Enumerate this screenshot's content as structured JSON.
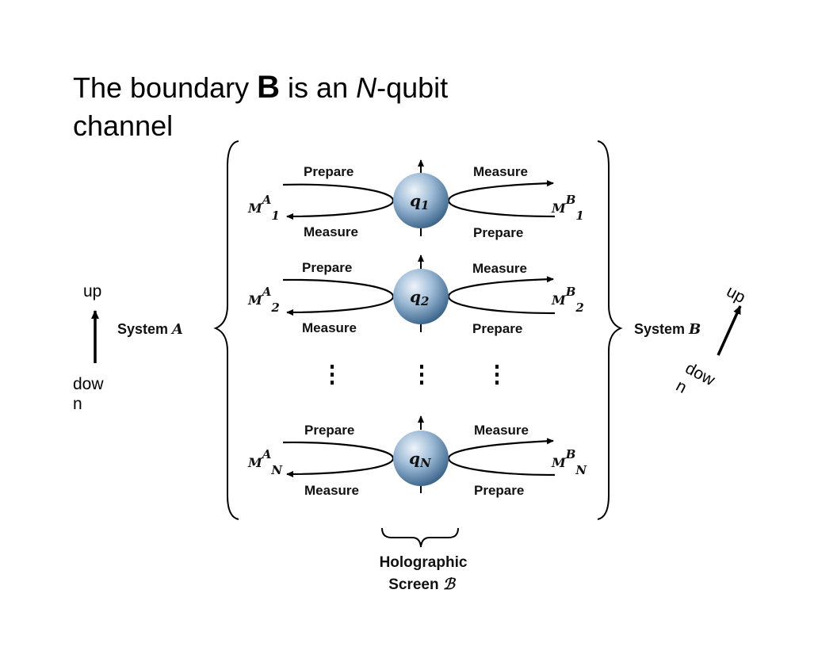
{
  "title": {
    "part1": "The boundary ",
    "bold_letter": "B",
    "part2": " is an ",
    "italic_n": "N",
    "part3": "-qubit channel"
  },
  "left_orientation": {
    "up_label": "up",
    "down_label": "down"
  },
  "right_orientation": {
    "up_label": "up",
    "down_label": "down"
  },
  "system_a": {
    "label": "System ",
    "var": "A"
  },
  "system_b": {
    "label": "System ",
    "var": "B"
  },
  "qubits": [
    {
      "name": "q",
      "sub": "1",
      "left_top": "Prepare",
      "left_bottom": "Measure",
      "right_top": "Measure",
      "right_bottom": "Prepare",
      "ma_sub": "1",
      "mb_sub": "1"
    },
    {
      "name": "q",
      "sub": "2",
      "left_top": "Prepare",
      "left_bottom": "Measure",
      "right_top": "Measure",
      "right_bottom": "Prepare",
      "ma_sub": "2",
      "mb_sub": "2"
    },
    {
      "name": "q",
      "sub": "N",
      "left_top": "Prepare",
      "left_bottom": "Measure",
      "right_top": "Measure",
      "right_bottom": "Prepare",
      "ma_sub": "N",
      "mb_sub": "N"
    }
  ],
  "m_labels": {
    "m": "M",
    "a_sup": "A",
    "b_sup": "B"
  },
  "screen": {
    "line1": "Holographic",
    "line2": "Screen ",
    "symbol": "ℬ"
  },
  "colors": {
    "sphere_light": "#d9e6f3",
    "sphere_mid": "#8fb0d0",
    "sphere_dark": "#3e6a93"
  }
}
